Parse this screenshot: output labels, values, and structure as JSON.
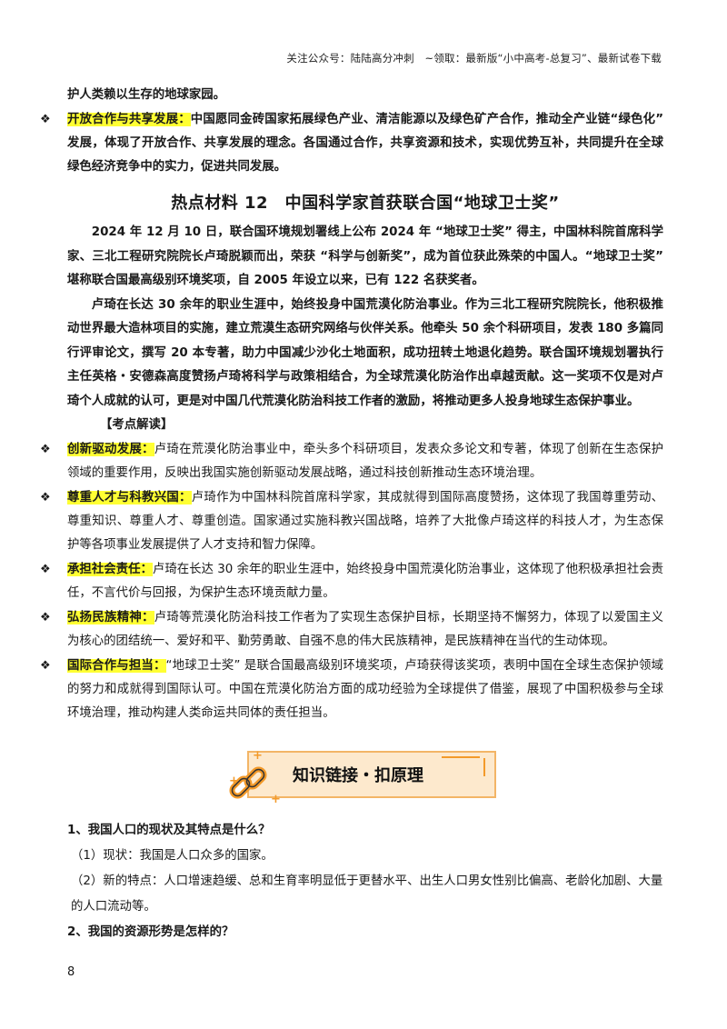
{
  "header": "关注公众号：陆陆高分冲刺　~领取：最新版“小中高考-总复习”、最新试卷下载",
  "top": {
    "continued": "护人类赖以生存的地球家园。",
    "bullet_label": "开放合作与共享发展：",
    "bullet_text": "中国愿同金砖国家拓展绿色产业、清洁能源以及绿色矿产合作，推动全产业链“绿色化” 发展，体现了开放合作、共享发展的理念。各国通过合作，共享资源和技术，实现优势互补，共同提升在全球绿色经济竞争中的实力，促进共同发展。"
  },
  "section": {
    "title": "热点材料 12　中国科学家首获联合国“地球卫士奖”",
    "para1": "2024 年 12 月 10 日，联合国环境规划署线上公布 2024 年 “地球卫士奖” 得主，中国林科院首席科学家、三北工程研究院院长卢琦脱颖而出，荣获 “科学与创新奖”，成为首位获此殊荣的中国人。“地球卫士奖” 堪称联合国最高级别环境奖项，自 2005 年设立以来，已有 122 名获奖者。",
    "para2": "卢琦在长达 30 余年的职业生涯中，始终投身中国荒漠化防治事业。作为三北工程研究院院长，他积极推动世界最大造林项目的实施，建立荒漠生态研究网络与伙伴关系。他牵头 50 余个科研项目，发表 180 多篇同行评审论文，撰写 20 本专著，助力中国减少沙化土地面积，成功扭转土地退化趋势。联合国环境规划署执行主任英格・安德森高度赞扬卢琦将科学与政策相结合，为全球荒漠化防治作出卓越贡献。这一奖项不仅是对卢琦个人成就的认可，更是对中国几代荒漠化防治科技工作者的激励，将推动更多人投身地球生态保护事业。",
    "kaodian": "【考点解读】",
    "bullets": [
      {
        "label": "创新驱动发展：",
        "text": "卢琦在荒漠化防治事业中，牵头多个科研项目，发表众多论文和专著，体现了创新在生态保护领域的重要作用，反映出我国实施创新驱动发展战略，通过科技创新推动生态环境治理。"
      },
      {
        "label": "尊重人才与科教兴国：",
        "text": "卢琦作为中国林科院首席科学家，其成就得到国际高度赞扬，这体现了我国尊重劳动、尊重知识、尊重人才、尊重创造。国家通过实施科教兴国战略，培养了大批像卢琦这样的科技人才，为生态保护等各项事业发展提供了人才支持和智力保障。"
      },
      {
        "label": "承担社会责任：",
        "text": "卢琦在长达 30 余年的职业生涯中，始终投身中国荒漠化防治事业，这体现了他积极承担社会责任，不言代价与回报，为保护生态环境贡献力量。"
      },
      {
        "label": "弘扬民族精神：",
        "text": "卢琦等荒漠化防治科技工作者为了实现生态保护目标，长期坚持不懈努力，体现了以爱国主义为核心的团结统一、爱好和平、勤劳勇敢、自强不息的伟大民族精神，是民族精神在当代的生动体现。"
      },
      {
        "label": "国际合作与担当：",
        "text": "“地球卫士奖” 是联合国最高级别环境奖项，卢琦获得该奖项，表明中国在全球生态保护领域的努力和成就得到国际认可。中国在荒漠化防治方面的成功经验为全球提供了借鉴，展现了中国积极参与全球环境治理，推动构建人类命运共同体的责任担当。"
      }
    ]
  },
  "banner": {
    "title": "知识链接・扣原理"
  },
  "questions": {
    "q1": "1、我国人口的现状及其特点是什么？",
    "q1_a1": "（1）现状：我国是人口众多的国家。",
    "q1_a2": "（2）新的特点：人口增速趋缓、总和生育率明显低于更替水平、出生人口男女性别比偏高、老龄化加剧、大量的人口流动等。",
    "q2": "2、我国的资源形势是怎样的？"
  },
  "page_number": "8",
  "colors": {
    "highlight": "#ffff33",
    "banner_bg": "#fde9cd",
    "banner_border": "#f3b566",
    "accent": "#f39a2a"
  }
}
